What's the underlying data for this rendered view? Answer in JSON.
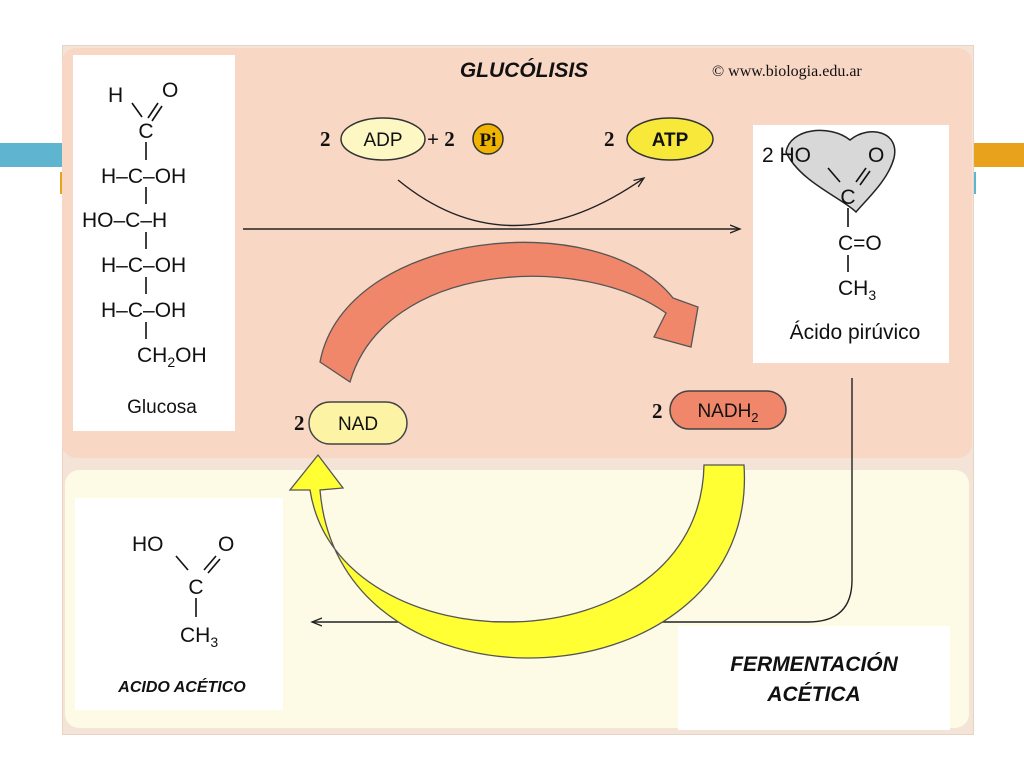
{
  "title": "GLUCÓLISIS",
  "copyright": "© www.biologia.edu.ar",
  "colors": {
    "panel_top": "#f9d7c5",
    "panel_bottom": "#fdfbe5",
    "atp_fill": "#f7e83a",
    "adp_fill": "#fdf7c4",
    "pi_fill": "#f0b400",
    "nadh_fill": "#f0876a",
    "nad_fill": "#fcf4a4",
    "orange_arrow": "#f0876a",
    "yellow_arrow": "#ffff33"
  },
  "glucose": {
    "top_h": "H",
    "top_o": "O",
    "carbon": "C",
    "row1": "H–C–OH",
    "row2": "HO–C–H",
    "row3": "H–C–OH",
    "row4": "H–C–OH",
    "ch2oh_ch": "CH",
    "ch2oh_sub": "2",
    "ch2oh_oh": "OH",
    "label": "Glucosa"
  },
  "energy": {
    "adp_coef": "2",
    "adp": "ADP",
    "plus": "+ 2",
    "pi": "Pi",
    "atp_coef": "2",
    "atp": "ATP"
  },
  "pyruvic": {
    "coef_ho": "2 HO",
    "o": "O",
    "carbon": "C",
    "c_double_o": "C=O",
    "ch": "CH",
    "ch_sub": "3",
    "label": "Ácido pirúvico"
  },
  "nad": {
    "coef": "2",
    "label": "NAD"
  },
  "nadh": {
    "coef": "2",
    "label": "NADH",
    "sub": "2"
  },
  "acetic": {
    "ho": "HO",
    "o": "O",
    "carbon": "C",
    "ch": "CH",
    "ch_sub": "3",
    "label": "ACIDO ACÉTICO"
  },
  "fermentation": {
    "line1": "FERMENTACIÓN",
    "line2": "ACÉTICA"
  }
}
